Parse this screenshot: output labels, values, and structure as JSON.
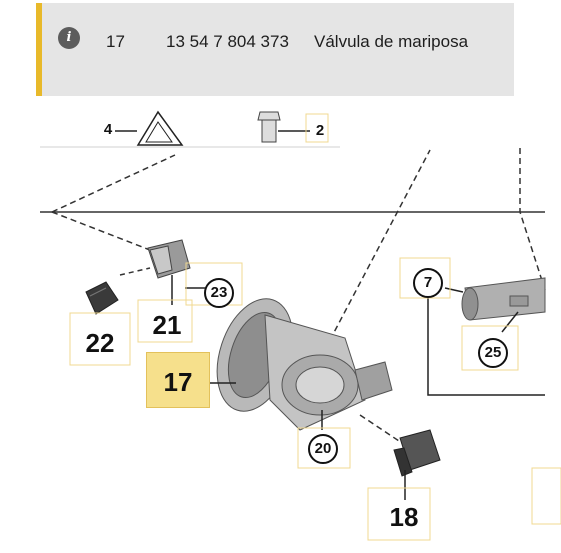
{
  "info": {
    "icon": "info-icon",
    "icon_glyph": "i",
    "position": "17",
    "part_number": "13 54 7 804 373",
    "description": "Válvula de mariposa",
    "accent_color": "#e8b92a",
    "background_color": "#e5e5e5"
  },
  "diagram": {
    "highlight_color": "#f6e08c",
    "labels": {
      "l4": "4",
      "l2": "2",
      "l7": "7",
      "l23": "23",
      "l21": "21",
      "l22": "22",
      "l17": "17",
      "l25": "25",
      "l20": "20",
      "l18": "18"
    }
  }
}
